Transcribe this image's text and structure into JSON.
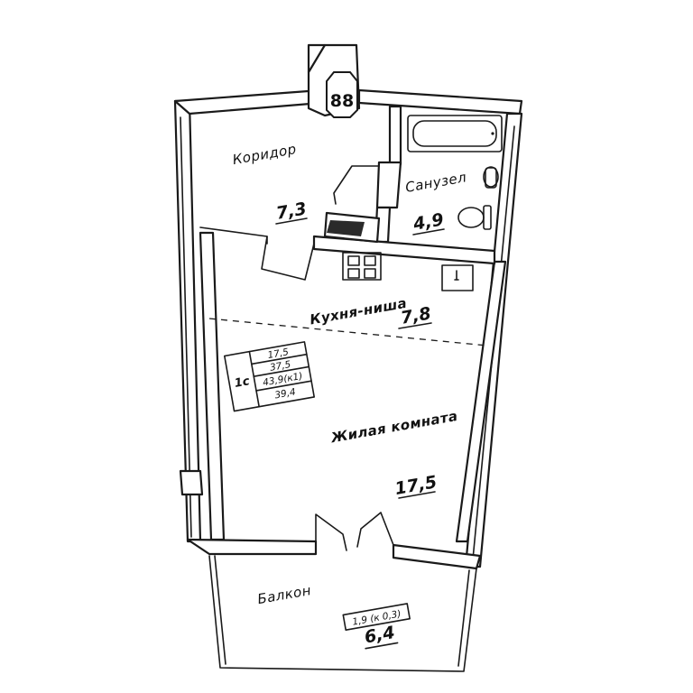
{
  "apartment_number": "88",
  "rooms": {
    "corridor": {
      "name": "Коридор",
      "area": "7,3"
    },
    "bathroom": {
      "name": "Санузел",
      "area": "4,9"
    },
    "kitchen": {
      "name": "Кухня-ниша",
      "area": "7,8"
    },
    "living": {
      "name": "Жилая комната",
      "area": "17,5"
    },
    "balcony": {
      "name": "Балкон",
      "area_raw": "1,9 (к 0,3)",
      "area": "6,4"
    }
  },
  "summary": {
    "type": "1с",
    "living_area": "17,5",
    "total_area": "37,5",
    "total_with_balcony": "43,9(к1)",
    "area_reduced": "39,4"
  }
}
